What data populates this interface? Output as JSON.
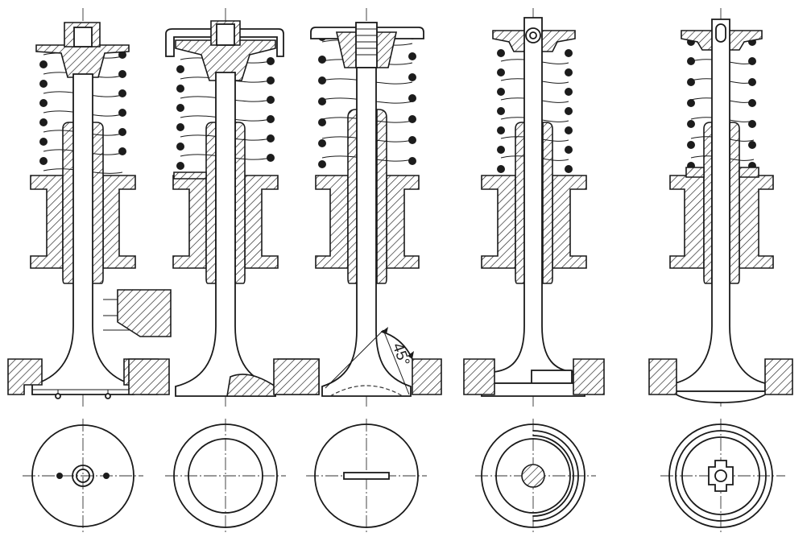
{
  "colors": {
    "ink": "#1a1a1a",
    "paper": "#ffffff"
  },
  "annotations": {
    "seat_angle_label": "45°"
  },
  "views": [
    {
      "id": "valve-1",
      "name": "valve-assembly-1"
    },
    {
      "id": "valve-2",
      "name": "valve-assembly-2"
    },
    {
      "id": "valve-3",
      "name": "valve-assembly-3"
    },
    {
      "id": "valve-4",
      "name": "valve-assembly-4"
    },
    {
      "id": "valve-5",
      "name": "valve-assembly-5"
    }
  ]
}
